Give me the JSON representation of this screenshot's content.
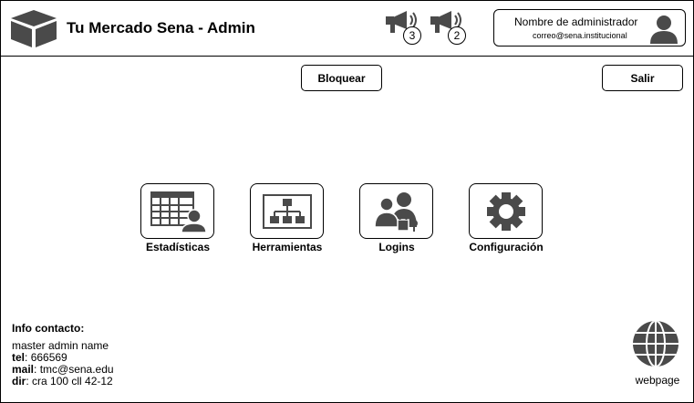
{
  "header": {
    "title": "Tu Mercado Sena - Admin",
    "notifications": [
      {
        "icon": "megaphone-icon",
        "count": "3"
      },
      {
        "icon": "megaphone-icon",
        "count": "2"
      }
    ],
    "admin": {
      "name": "Nombre de administrador",
      "email": "correo@sena.institucional"
    }
  },
  "actions": {
    "block_label": "Bloquear",
    "exit_label": "Salir"
  },
  "modules": [
    {
      "label": "Estadísticas",
      "icon": "spreadsheet-user-icon"
    },
    {
      "label": "Herramientas",
      "icon": "hierarchy-icon"
    },
    {
      "label": "Logins",
      "icon": "users-lock-icon"
    },
    {
      "label": "Configuración",
      "icon": "gear-icon"
    }
  ],
  "contact": {
    "heading": "Info contacto:",
    "name": "master admin name",
    "tel_label": "tel",
    "tel": "666569",
    "mail_label": "mail",
    "mail": "tmc@sena.edu",
    "dir_label": "dir",
    "dir": "cra 100 cll 42-12"
  },
  "webpage": {
    "label": "webpage",
    "icon": "globe-icon"
  },
  "colors": {
    "icon_gray": "#4a4a4a",
    "border": "#000000",
    "background": "#ffffff"
  }
}
